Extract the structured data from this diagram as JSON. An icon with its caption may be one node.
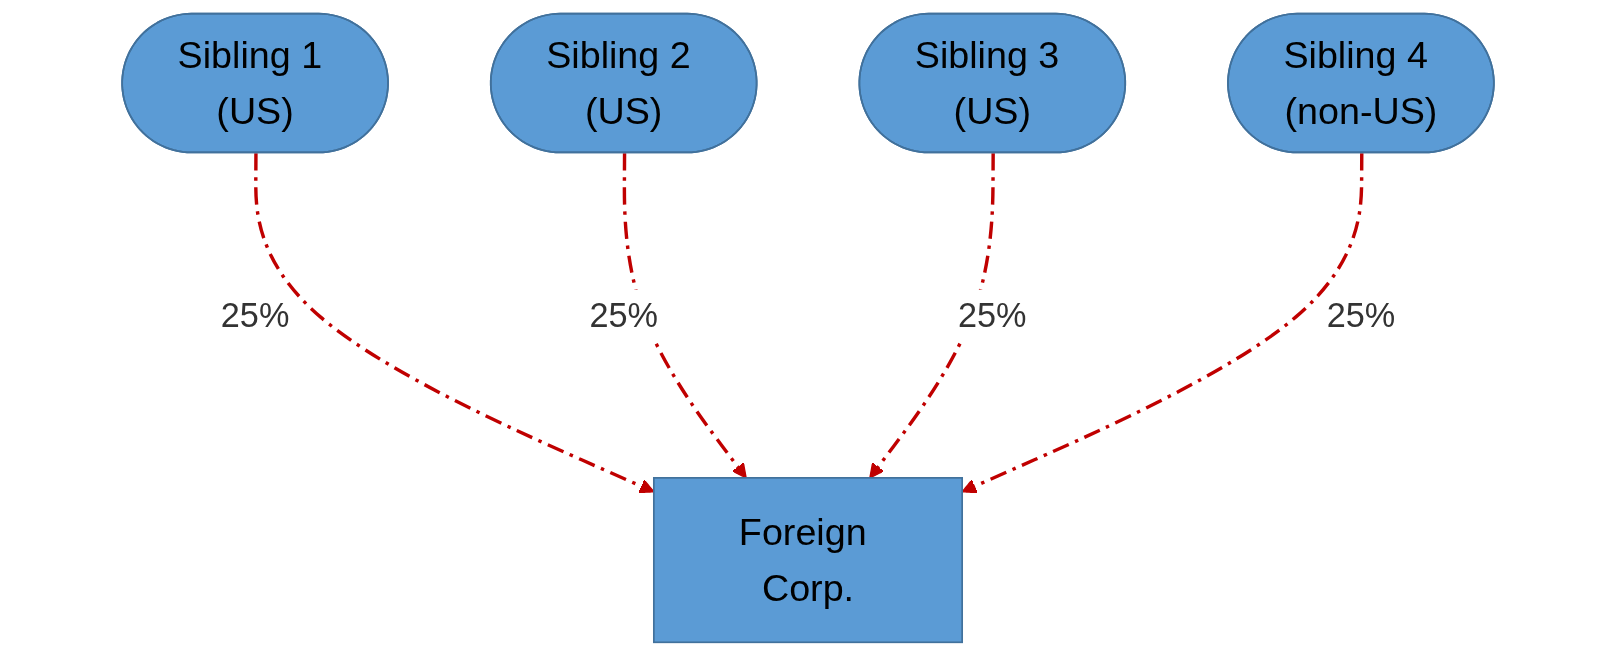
{
  "diagram": {
    "nodes": [
      {
        "text": [
          "Sibling 1 (US)"
        ]
      },
      {
        "text": [
          "Sibling 2 (US)"
        ]
      },
      {
        "text": [
          "Sibling 3 (US)"
        ]
      },
      {
        "text": [
          "Sibling 4 (non-US)"
        ]
      },
      {
        "text": [
          "Foreign Corp."
        ]
      }
    ],
    "edges": [
      {
        "from": 0,
        "to": 4,
        "arrow": "to",
        "label": "25%",
        "style": "dashed"
      },
      {
        "from": 1,
        "to": 4,
        "arrow": "to",
        "label": "25%",
        "style": "dashed"
      },
      {
        "from": 2,
        "to": 4,
        "arrow": "to",
        "label": "25%",
        "style": "dashed"
      },
      {
        "from": 3,
        "to": 4,
        "arrow": "to",
        "label": "25%",
        "style": "dashed"
      }
    ]
  }
}
